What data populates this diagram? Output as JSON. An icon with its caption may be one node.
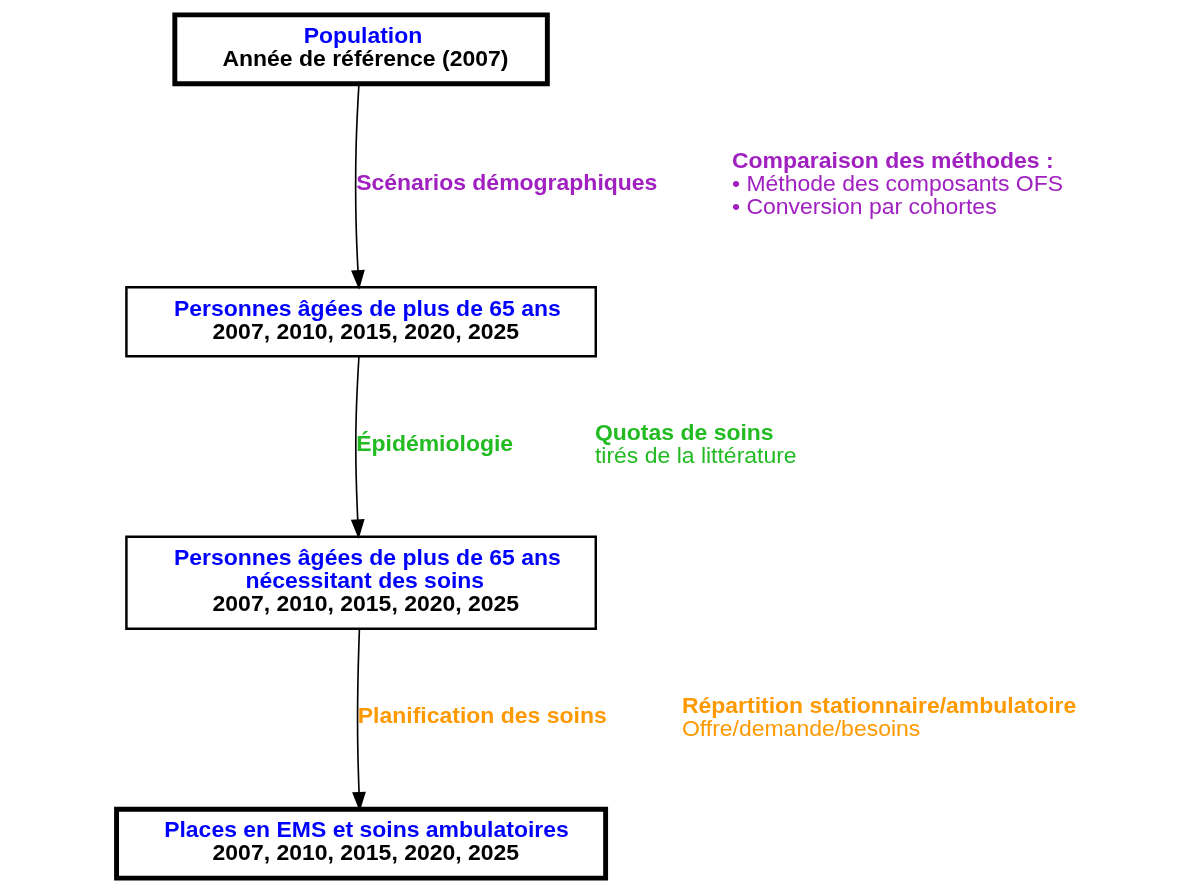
{
  "diagram": {
    "nodes": [
      {
        "text": [
          "Population",
          "Année de référence (2007)"
        ]
      },
      {
        "text": [
          "Personnes âgées de plus de 65 ans",
          "2007, 2010, 2015, 2020, 2025"
        ]
      },
      {
        "text": [
          "Personnes âgées de plus de 65 ans nécessitant des soins",
          "2007, 2010, 2015, 2020, 2025"
        ]
      },
      {
        "text": [
          "Places en EMS et soins ambulatoires",
          "2007, 2010, 2015, 2020, 2025"
        ]
      }
    ],
    "edges": [
      {
        "from": 0,
        "to": 1,
        "arrow": "to",
        "label": "Scénarios démographiques"
      },
      {
        "from": 1,
        "to": 2,
        "arrow": "to",
        "label": "Épidémiologie"
      },
      {
        "from": 2,
        "to": 3,
        "arrow": "to",
        "label": "Planification des soins"
      }
    ],
    "labels": [
      "Comparaison des méthodes :",
      "• Méthode des composants OFS",
      "• Conversion par cohortes",
      "Quotas de soins",
      "tirés de la littérature",
      "Répartition stationnaire/ambulatoire",
      "Offre/demande/besoins"
    ]
  }
}
